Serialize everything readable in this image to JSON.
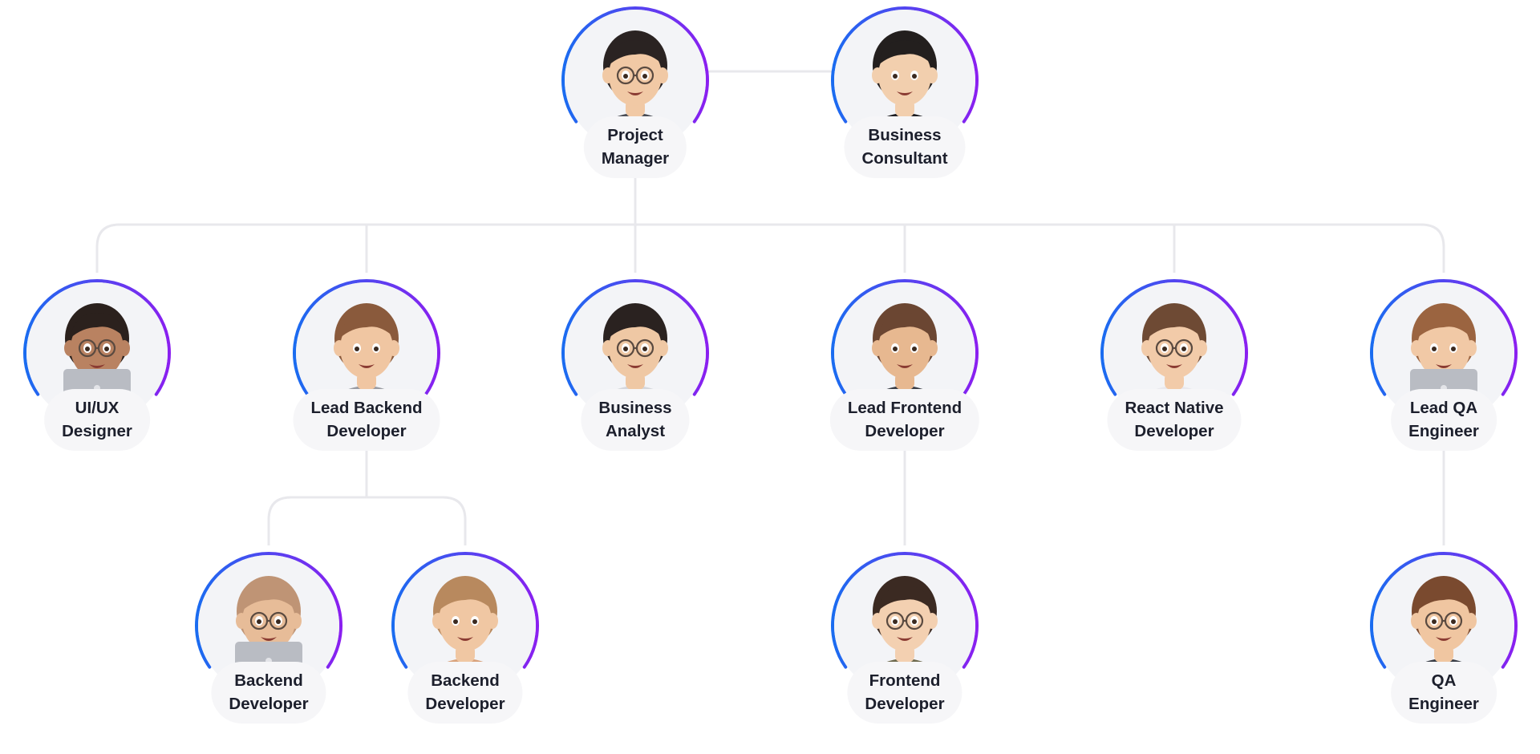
{
  "colors": {
    "ring_start": "#1a6cf0",
    "ring_end": "#8a1ff0",
    "connector": "#e8e8ec",
    "label_bg": "#f6f6f8",
    "avatar_bg": "#f3f4f7"
  },
  "nodes": [
    {
      "id": "pm",
      "lines": [
        "Project",
        "Manager"
      ],
      "avatar": "woman-waving-glasses-avatar-icon",
      "skin": "#f1c9a5",
      "hair": "#2a2322",
      "shirt": "#4a4d55",
      "glasses": true,
      "laptop": false
    },
    {
      "id": "bc",
      "lines": [
        "Business",
        "Consultant"
      ],
      "avatar": "man-presenting-avatar-icon",
      "skin": "#f2cfae",
      "hair": "#231f1e",
      "shirt": "#1e1e22",
      "glasses": false,
      "laptop": false
    },
    {
      "id": "uiux",
      "lines": [
        "UI/UX",
        "Designer"
      ],
      "avatar": "man-bun-laptop-avatar-icon",
      "skin": "#b98261",
      "hair": "#2b211d",
      "shirt": "#3a3a40",
      "glasses": true,
      "laptop": true
    },
    {
      "id": "lbd",
      "lines": [
        "Lead Backend",
        "Developer"
      ],
      "avatar": "man-raising-hand-avatar-icon",
      "skin": "#f0c6a2",
      "hair": "#8a5a3c",
      "shirt": "#9a9ca3",
      "glasses": false,
      "laptop": false
    },
    {
      "id": "ba",
      "lines": [
        "Business",
        "Analyst"
      ],
      "avatar": "bearded-man-peace-sign-avatar-icon",
      "skin": "#efc8a4",
      "hair": "#2a2220",
      "shirt": "#d5d7dc",
      "glasses": true,
      "laptop": false
    },
    {
      "id": "lfd",
      "lines": [
        "Lead Frontend",
        "Developer"
      ],
      "avatar": "bearded-man-winking-avatar-icon",
      "skin": "#e7b890",
      "hair": "#6b4632",
      "shirt": "#3b3e47",
      "glasses": false,
      "laptop": false
    },
    {
      "id": "rnd",
      "lines": [
        "React Native",
        "Developer"
      ],
      "avatar": "woman-braids-glasses-avatar-icon",
      "skin": "#f2cba9",
      "hair": "#6e4a34",
      "shirt": "#e9e9ee",
      "glasses": true,
      "laptop": false
    },
    {
      "id": "lqa",
      "lines": [
        "Lead QA",
        "Engineer"
      ],
      "avatar": "woman-laptop-avatar-icon",
      "skin": "#f1c9a6",
      "hair": "#9b6440",
      "shirt": "#b0b2b8",
      "glasses": false,
      "laptop": true
    },
    {
      "id": "bd1",
      "lines": [
        "Backend",
        "Developer"
      ],
      "avatar": "bald-man-laptop-avatar-icon",
      "skin": "#e7bc98",
      "hair": "#bf9475",
      "shirt": "#2e2f35",
      "glasses": true,
      "laptop": true
    },
    {
      "id": "bd2",
      "lines": [
        "Backend",
        "Developer"
      ],
      "avatar": "woman-short-hair-avatar-icon",
      "skin": "#f0c7a3",
      "hair": "#b8895e",
      "shirt": "#d9a27b",
      "glasses": false,
      "laptop": false
    },
    {
      "id": "fd",
      "lines": [
        "Frontend",
        "Developer"
      ],
      "avatar": "woman-beanie-thumbs-up-avatar-icon",
      "skin": "#f3d0b1",
      "hair": "#3b2a22",
      "shirt": "#6e6a4e",
      "glasses": true,
      "laptop": false
    },
    {
      "id": "qa",
      "lines": [
        "QA",
        "Engineer"
      ],
      "avatar": "man-red-glasses-avatar-icon",
      "skin": "#f0c6a1",
      "hair": "#7a4a2f",
      "shirt": "#3a3e47",
      "glasses": true,
      "laptop": false
    }
  ]
}
